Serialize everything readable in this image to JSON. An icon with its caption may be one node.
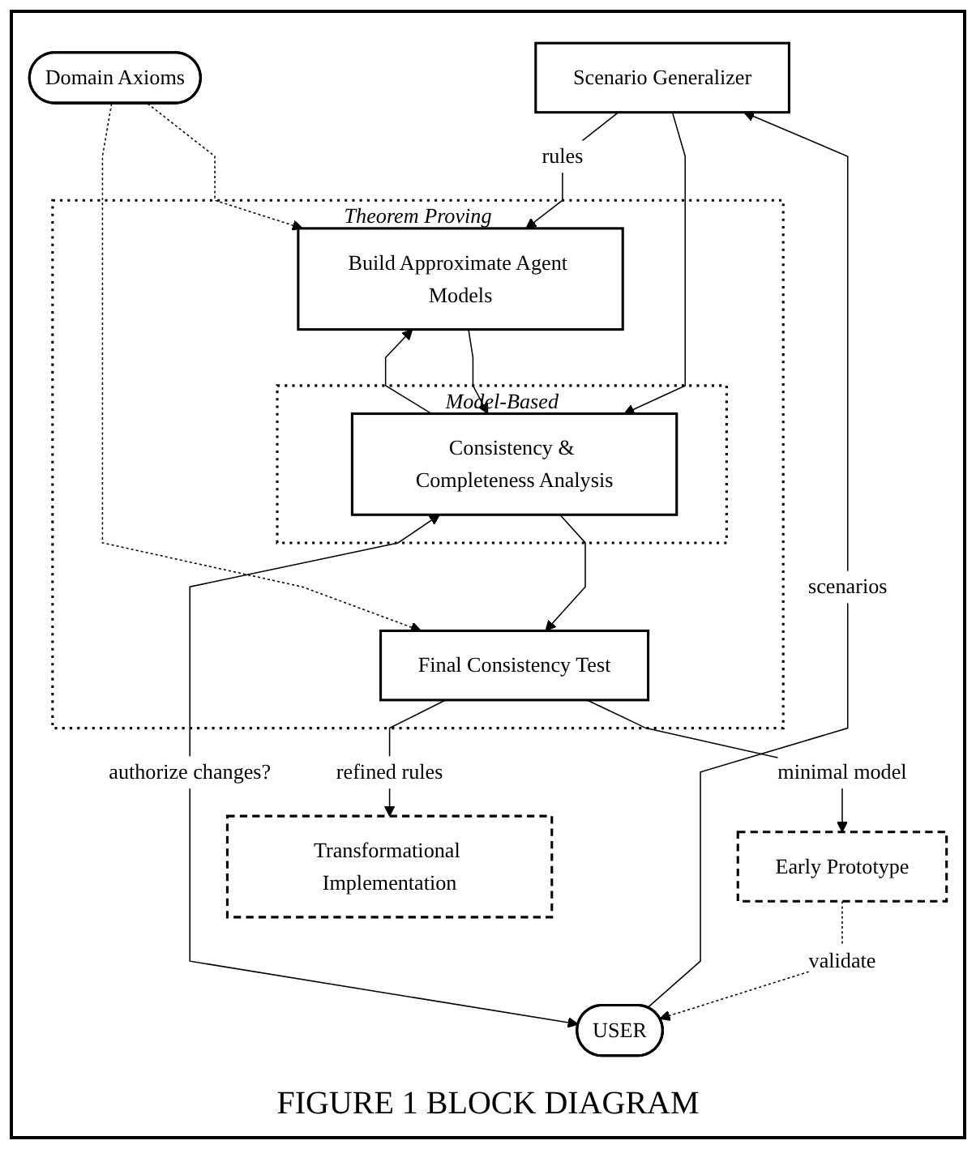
{
  "diagram": {
    "caption": "FIGURE 1 BLOCK DIAGRAM",
    "nodes": [
      {
        "text": [
          "Scenario Generalizer"
        ]
      },
      {
        "text": [
          "Theorem Proving"
        ]
      },
      {
        "text": [
          "Build Approximate Agent Models"
        ],
        "in": 1
      },
      {
        "text": [
          "Model-Based"
        ],
        "in": 1
      },
      {
        "text": [
          "Consistency & Completeness Analysis"
        ],
        "in": 3
      },
      {
        "text": [
          "USER"
        ]
      },
      {
        "text": [
          "Final Consistency Test"
        ],
        "in": 1
      },
      {
        "text": [
          "Early Prototype"
        ]
      },
      {
        "text": [
          "Transformational Implementation"
        ]
      },
      {
        "text": [
          "Domain Axioms"
        ]
      }
    ],
    "edges": [
      {
        "from": 5,
        "to": 0,
        "arrow": "to",
        "label": "scenarios"
      },
      {
        "from": 0,
        "to": 2,
        "arrow": "to",
        "label": "rules"
      },
      {
        "from": 0,
        "to": 4,
        "arrow": "to"
      },
      {
        "from": 2,
        "to": 4,
        "arrow": "to"
      },
      {
        "from": 4,
        "to": 2,
        "arrow": "to"
      },
      {
        "from": 5,
        "to": 4,
        "arrow": "both",
        "label": "authorize changes?"
      },
      {
        "from": 4,
        "to": 6,
        "arrow": "to"
      },
      {
        "from": 6,
        "to": 7,
        "arrow": "to",
        "label": "minimal model"
      },
      {
        "from": 6,
        "to": 8,
        "arrow": "to",
        "label": "refined rules"
      },
      {
        "from": 7,
        "to": 5,
        "arrow": "to",
        "label": "validate",
        "style": "dashed"
      },
      {
        "from": 9,
        "to": 2,
        "arrow": "to",
        "style": "dashed"
      },
      {
        "from": 9,
        "to": 6,
        "arrow": "to",
        "style": "dashed"
      }
    ]
  }
}
